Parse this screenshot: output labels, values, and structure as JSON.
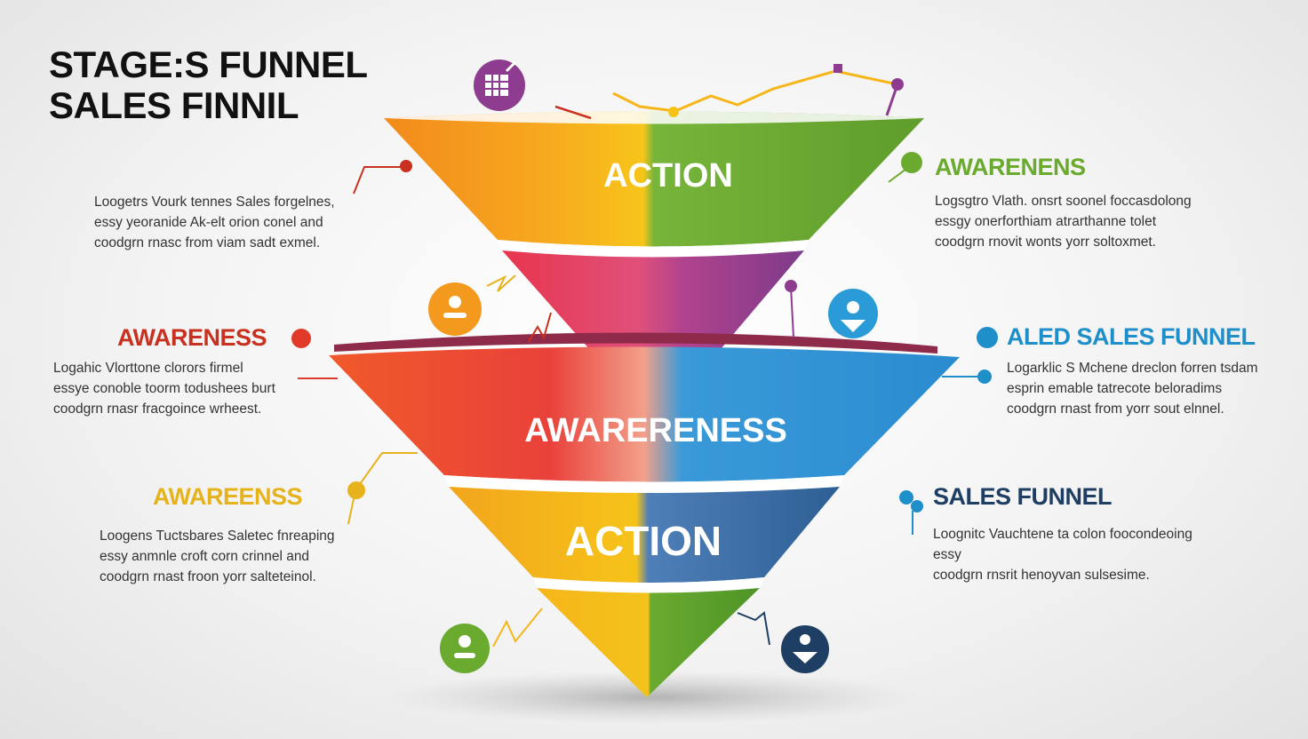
{
  "title": {
    "line1": "STAGE:S FUNNEL",
    "line2": "SALES FINNIL"
  },
  "funnel": {
    "top_label": "ACTION",
    "middle_label": "AWARERENESS",
    "bottom_label": "ACTION"
  },
  "callouts": [
    {
      "id": "top-left",
      "heading": "",
      "lines": [
        "Loogetrs Vourk tennes Sales forgelnes,",
        "essy yeoranide Ak-elt orion conel and",
        "coodgrn rnasc from viam sadt exmel."
      ]
    },
    {
      "id": "mid-left",
      "heading": "AWARENESS",
      "color": "#c8311f",
      "lines": [
        "Logahic Vlorttone clorors firmel",
        "essye conoble toorm todushees burt",
        "coodgrn rnasr fracgoince wrheest."
      ]
    },
    {
      "id": "low-left",
      "heading": "AWAREENSS",
      "color": "#e6b31c",
      "lines": [
        "Loogens Tuctsbares Saletec fnreaping",
        "essy anmnle croft corn crinnel and",
        "coodgrn rnast froon yorr salteteinol."
      ]
    },
    {
      "id": "top-right",
      "heading": "AWARENENS",
      "color": "#6aaa2e",
      "lines": [
        "Logsgtro Vlath. onsrt soonel foccasdolong",
        "essgy onerforthiam atrarthanne tolet",
        "coodgrn rnovit wonts yorr soltoxmet."
      ]
    },
    {
      "id": "mid-right",
      "heading": "ALED SALES FUNNEL",
      "color": "#1f8fc9",
      "lines": [
        "Logarklic S Mchene dreclon forren tsdam",
        "esprin emable tatrecote beloradims",
        "coodgrn rnast from yorr sout elnnel."
      ]
    },
    {
      "id": "low-right",
      "heading": "SALES FUNNEL",
      "color": "#1e3f63",
      "lines": [
        "Loognitc Vauchtene ta colon foocondeoing",
        "essy",
        "coodgrn rnsrit henoyvan sulsesime."
      ]
    }
  ],
  "colors": {
    "orange": "#f39a1e",
    "yellow": "#f6c21a",
    "green": "#6aaa2e",
    "red": "#e63b2e",
    "pink": "#d6336c",
    "purple": "#8e3c8f",
    "blue": "#2a8fd0",
    "navy": "#2a5a8c"
  },
  "icons": [
    "calendar-grid-icon",
    "user-icon",
    "download-user-icon",
    "user-badge-icon",
    "download-badge-icon"
  ]
}
